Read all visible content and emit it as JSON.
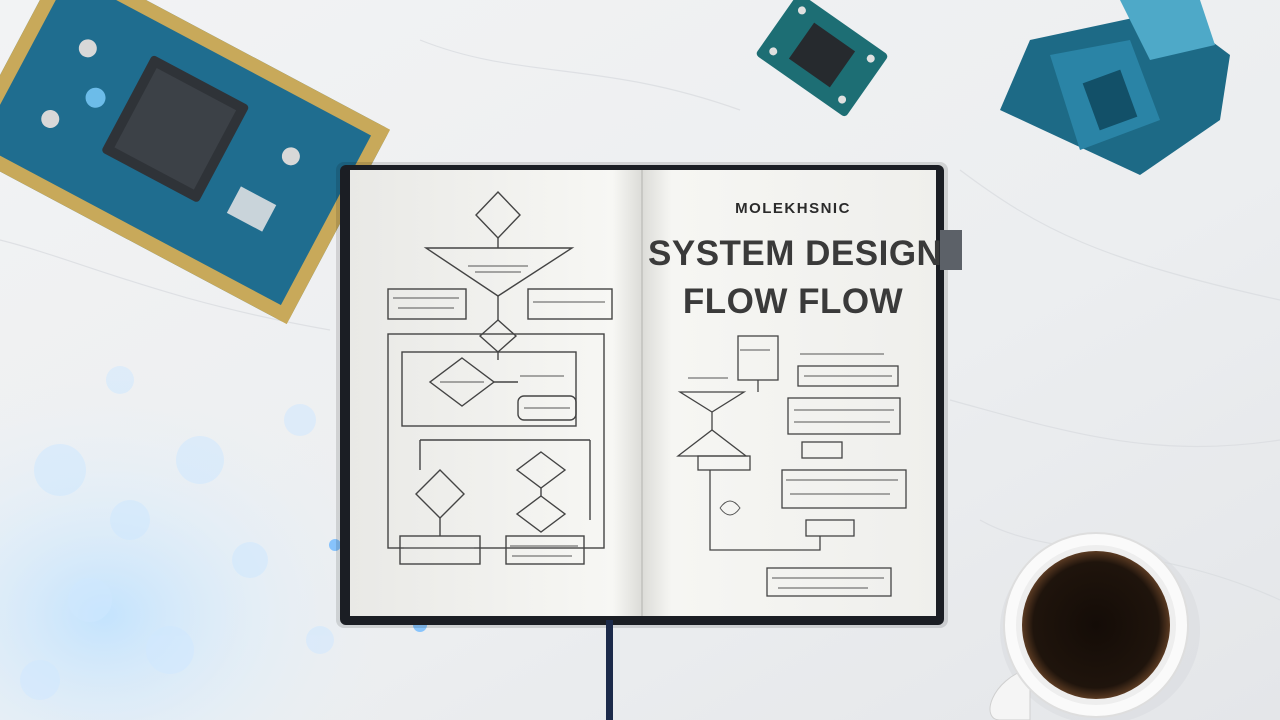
{
  "notebook": {
    "overline": "MOLEKHSNIC",
    "title_line1": "SYSTEM DESIGN",
    "title_line2": "FLOW FLOW"
  },
  "colors": {
    "marble": "#eef0f2",
    "pcb": "#1f6d8f",
    "notebook_cover": "#1b1e24",
    "page": "#f5f5f2",
    "ink": "#444444",
    "coffee": "#1a120c",
    "glow": "#7fc4ff"
  }
}
